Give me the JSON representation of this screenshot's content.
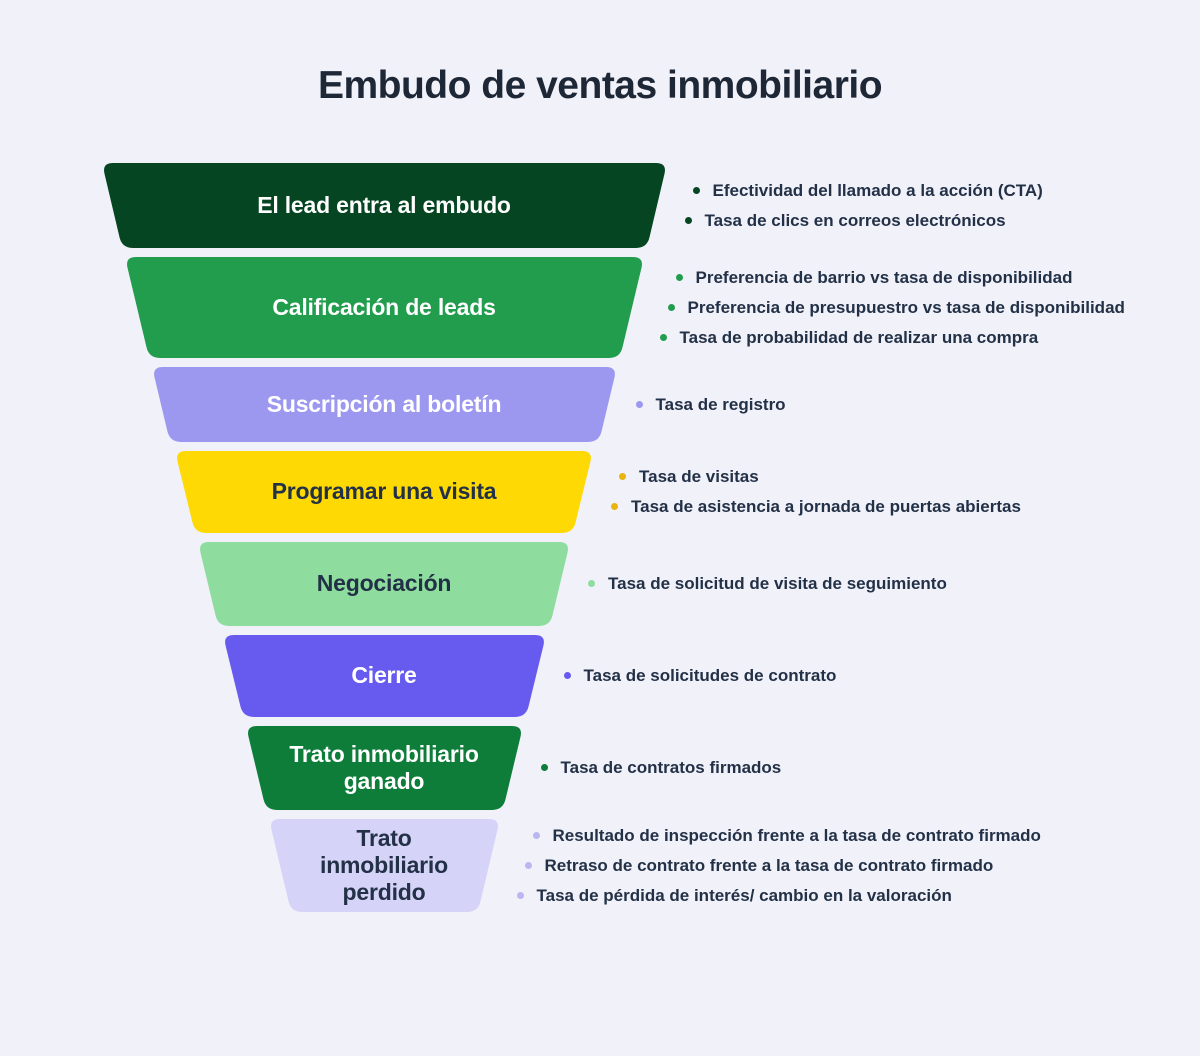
{
  "title": "Embudo de ventas inmobiliario",
  "colors": {
    "background": "#f1f1fa",
    "title": "#1e2736",
    "metric_text": "#233147"
  },
  "funnel": {
    "stages": [
      {
        "label": "El lead entra al embudo",
        "fill": "#064522",
        "label_color": "#ffffff",
        "bullet_color": "#064522",
        "bullets": [
          "Efectividad del llamado a la acción (CTA)",
          "Tasa de clics en correos electrónicos"
        ]
      },
      {
        "label": "Calificación de leads",
        "fill": "#229c4d",
        "label_color": "#ffffff",
        "bullet_color": "#229c4d",
        "bullets": [
          "Preferencia de barrio vs tasa de disponibilidad",
          "Preferencia de presupuestro vs tasa de disponibilidad",
          "Tasa de probabilidad de realizar una compra"
        ]
      },
      {
        "label": "Suscripción al boletín",
        "fill": "#9c98f0",
        "label_color": "#ffffff",
        "bullet_color": "#9c98f0",
        "bullets": [
          "Tasa de registro"
        ]
      },
      {
        "label": "Programar una visita",
        "fill": "#fed903",
        "label_color": "#233147",
        "bullet_color": "#e9b50c",
        "bullets": [
          "Tasa de visitas",
          "Tasa de asistencia a jornada de puertas abiertas"
        ]
      },
      {
        "label": "Negociación",
        "fill": "#8edd9e",
        "label_color": "#233147",
        "bullet_color": "#8edd9e",
        "bullets": [
          "Tasa de solicitud de visita de seguimiento"
        ]
      },
      {
        "label": "Cierre",
        "fill": "#675bef",
        "label_color": "#ffffff",
        "bullet_color": "#675bef",
        "bullets": [
          "Tasa de solicitudes de contrato"
        ]
      },
      {
        "label": "Trato inmobiliario ganado",
        "fill": "#0e7d3a",
        "label_color": "#ffffff",
        "bullet_color": "#0e7d3a",
        "bullets": [
          "Tasa de contratos firmados"
        ]
      },
      {
        "label": "Trato inmobiliario perdido",
        "fill": "#d5d3f8",
        "label_color": "#233147",
        "bullet_color": "#b9b6f0",
        "bullets": [
          "Resultado de inspección frente a la tasa de contrato firmado",
          "Retraso de contrato frente a la tasa de contrato firmado",
          "Tasa de pérdida de interés/ cambio en la valoración"
        ]
      }
    ]
  }
}
